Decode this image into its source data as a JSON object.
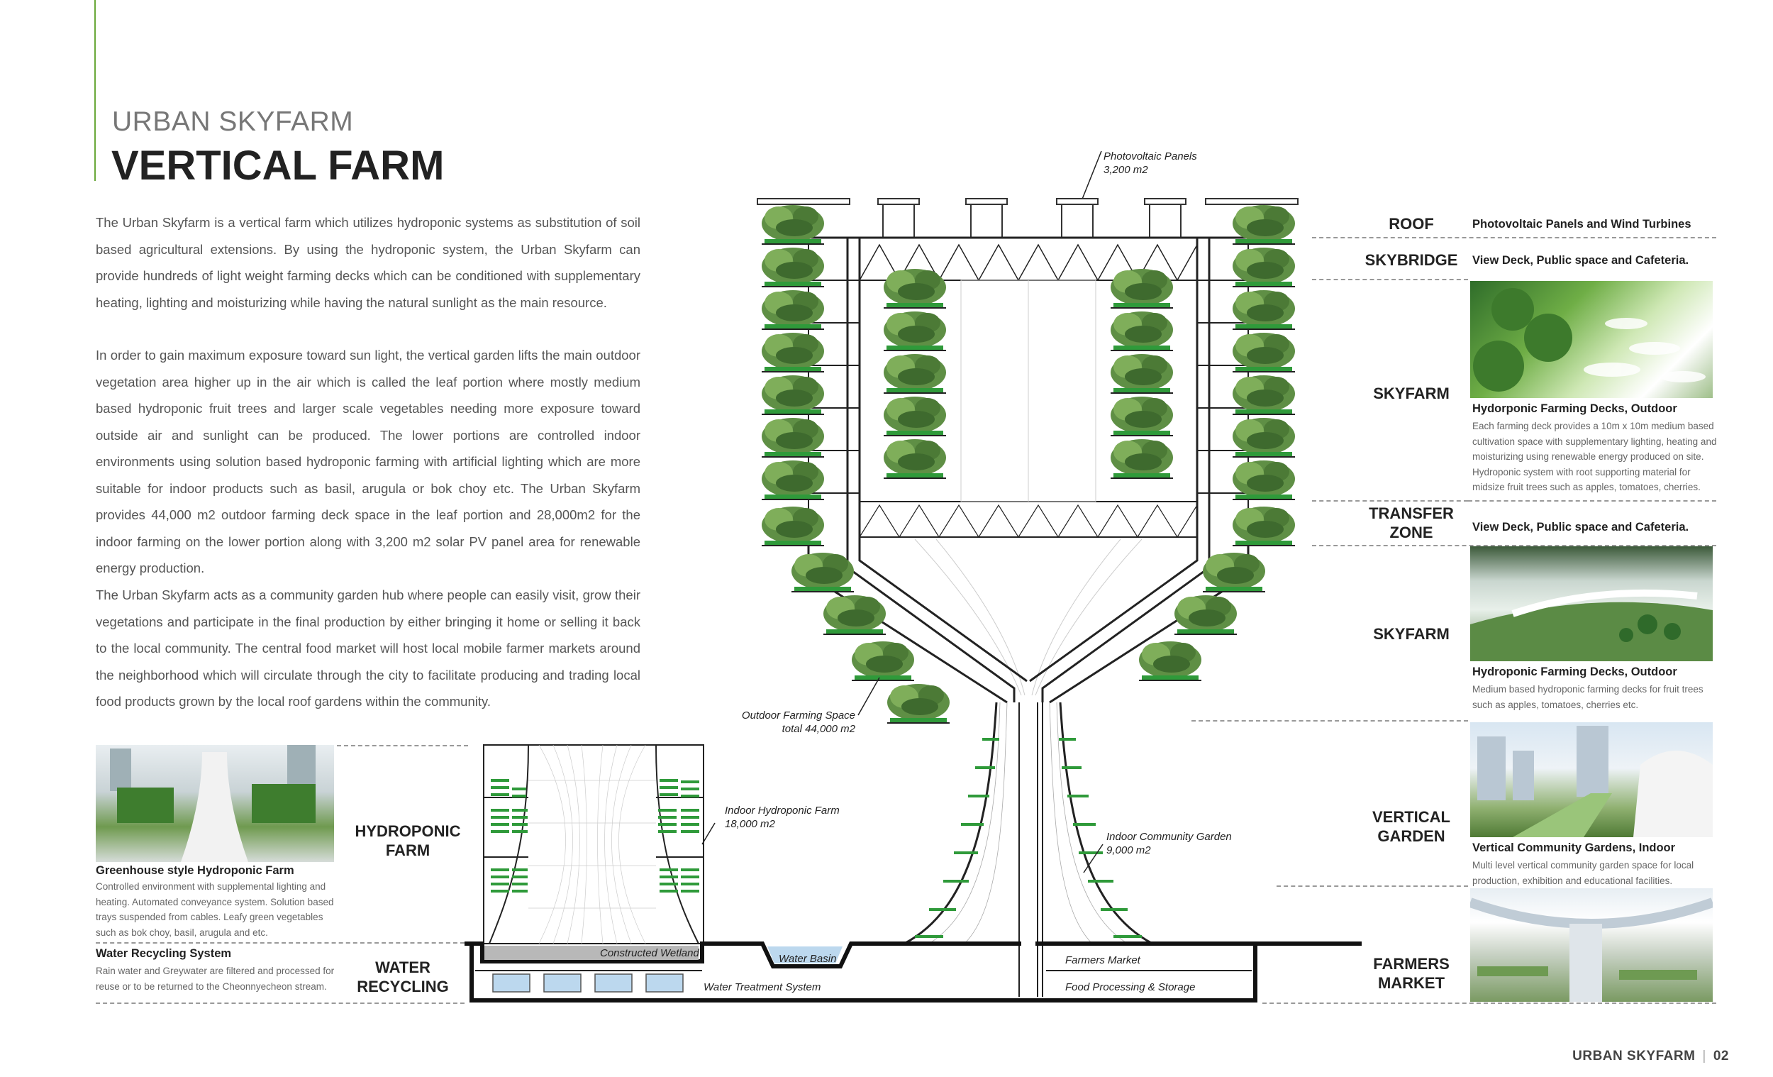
{
  "header": {
    "subtitle": "URBAN SKYFARM",
    "title": "VERTICAL FARM"
  },
  "paragraphs": [
    "The Urban Skyfarm is a vertical farm which utilizes hydroponic systems as substitution of soil based agricultural extensions. By using the hydroponic system, the Urban Skyfarm can provide hundreds of light weight farming decks which can be conditioned with supplementary heating, lighting and moisturizing while having the natural sunlight as the main resource.",
    "In order to gain maximum exposure toward sun light, the vertical garden lifts the main outdoor vegetation area higher up in the air which is called the leaf portion where mostly medium based hydroponic fruit trees and larger scale vegetables needing more exposure toward outside air and sunlight can be produced. The lower portions are controlled indoor environments using solution based hydroponic farming with artificial lighting which are more suitable for indoor products such as basil, arugula or bok choy etc. The Urban Skyfarm provides 44,000 m2 outdoor farming deck space in the leaf portion and 28,000m2 for the indoor farming on the lower portion along with 3,200 m2 solar PV panel area for renewable energy production.",
    "The Urban Skyfarm acts as a community garden hub where people can easily visit, grow their vegetations and participate in the final production by either bringing it home or selling it back to the local community. The central food market will host local mobile farmer markets around the neighborhood which will circulate through the city to facilitate producing and trading local food products grown by the local roof gardens within the community."
  ],
  "annotations": {
    "pv_name": "Photovoltaic Panels",
    "pv_area": "3,200 m2",
    "outdoor_name": "Outdoor Farming Space",
    "outdoor_area": "total 44,000 m2",
    "indoor_hydro_name": "Indoor Hydroponic Farm",
    "indoor_hydro_area": "18,000 m2",
    "community_name": "Indoor Community Garden",
    "community_area": "9,000 m2",
    "wetland": "Constructed Wetland",
    "basin": "Water Basin",
    "treatment": "Water Treatment System",
    "market": "Farmers Market",
    "processing": "Food Processing & Storage"
  },
  "zones": {
    "roof": "ROOF",
    "skybridge": "SKYBRIDGE",
    "skyfarm1": "SKYFARM",
    "transfer1": "TRANSFER",
    "transfer2": "ZONE",
    "skyfarm2": "SKYFARM",
    "vgarden1": "VERTICAL",
    "vgarden2": "GARDEN",
    "farmers1": "FARMERS",
    "farmers2": "MARKET",
    "hydro1": "HYDROPONIC",
    "hydro2": "FARM",
    "water1": "WATER",
    "water2": "RECYCLING"
  },
  "right_panel": {
    "roof_desc": "Photovoltaic Panels and Wind Turbines",
    "skybridge_desc": "View Deck, Public space and Cafeteria.",
    "outdoor_title": "Hydorponic Farming Decks, Outdoor",
    "outdoor_desc": "Each farming deck provides a 10m x 10m medium based cultivation space with supplementary lighting, heating and moisturizing using renewable energy produced on site. Hydroponic system with root supporting material for midsize fruit trees such as apples, tomatoes, cherries.",
    "transfer_desc": "View Deck, Public space and Cafeteria.",
    "outdoor2_title": "Hydroponic Farming Decks, Outdoor",
    "outdoor2_desc": "Medium based hydroponic farming decks for fruit trees such as apples, tomatoes, cherries etc.",
    "community_title": "Vertical Community Gardens, Indoor",
    "community_desc": "Multi level vertical community garden space for local production, exhibition and educational facilities."
  },
  "left_panel": {
    "greenhouse_title": "Greenhouse style Hydroponic Farm",
    "greenhouse_desc": "Controlled environment with supplemental lighting and heating. Automated conveyance system. Solution based trays suspended from cables. Leafy green vegetables such as bok choy, basil, arugula and etc.",
    "water_title": "Water Recycling System",
    "water_desc": "Rain water and Greywater are filtered and processed for reuse or to be returned to the Cheonnyecheon stream."
  },
  "footer": {
    "name": "URBAN SKYFARM",
    "page": "02"
  },
  "colors": {
    "accent_green": "#6aa83a",
    "tray_green": "#2f9a3a",
    "water_blue": "#bcd8ee"
  }
}
